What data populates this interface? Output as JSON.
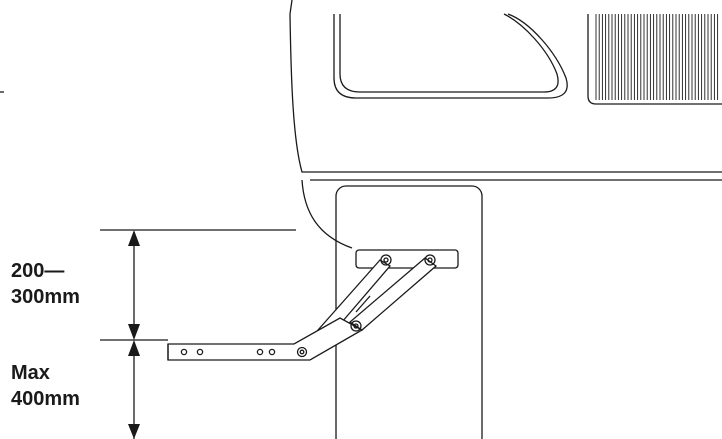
{
  "dimensions": {
    "upper": {
      "line1": "200—",
      "line2": "300mm"
    },
    "lower": {
      "line1": "Max",
      "line2": "400mm"
    }
  },
  "colors": {
    "stroke": "#1a1a1a",
    "background": "#ffffff"
  }
}
